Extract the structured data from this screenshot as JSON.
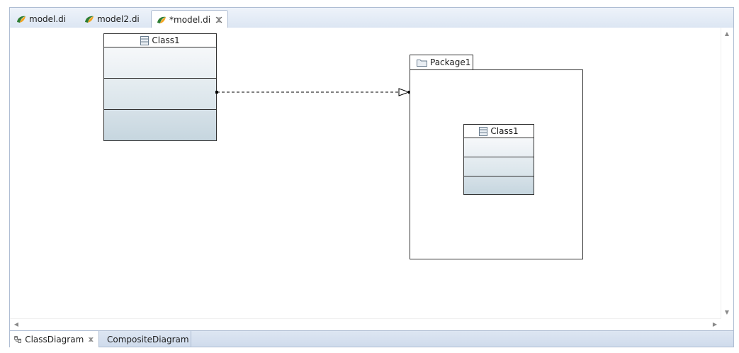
{
  "editor_tabs": [
    {
      "label": "model.di",
      "active": false
    },
    {
      "label": "model2.di",
      "active": false
    },
    {
      "label": "*model.di",
      "active": true,
      "closable": true
    }
  ],
  "diagram": {
    "class_outside": {
      "name": "Class1"
    },
    "package": {
      "name": "Package1",
      "inner_class": {
        "name": "Class1"
      }
    }
  },
  "bottom_tabs": [
    {
      "label": "ClassDiagram",
      "active": true,
      "closable": true
    },
    {
      "label": "CompositeDiagram",
      "active": false
    }
  ],
  "colors": {
    "compartment_top": "#f3f6f9",
    "compartment_bottom": "#c9d8e1",
    "tab_bar": "#dce6f3",
    "border": "#aebdd3"
  },
  "icons": {
    "editor_tab": "papyrus-model-icon",
    "class": "class-icon",
    "package": "package-folder-icon",
    "class_diagram": "class-diagram-icon",
    "composite_diagram": "composite-diagram-icon"
  }
}
